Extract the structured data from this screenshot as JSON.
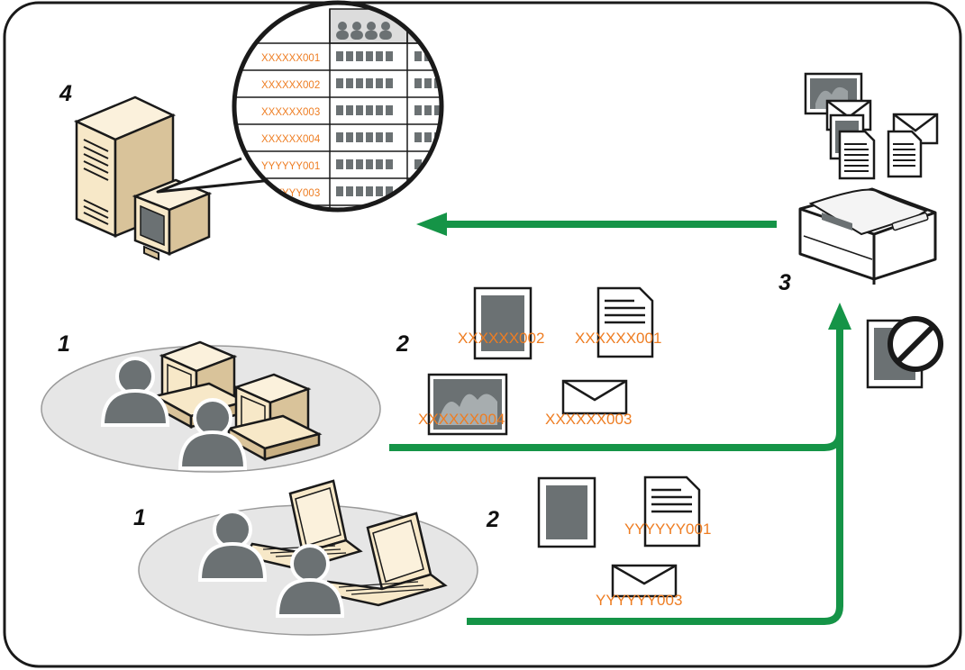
{
  "colors": {
    "flow_arrow": "#159447",
    "code_text": "#ee7d22",
    "person": "#6b7173",
    "device_beige": "#f7e8c8",
    "device_beige_dark": "#d9c39a",
    "zone_fill": "#e6e6e6",
    "outline": "#1a1a1a"
  },
  "steps": {
    "server": "4",
    "printer": "3",
    "desktop_group": "1",
    "laptop_group": "1",
    "desktop_jobs": "2",
    "laptop_jobs": "2"
  },
  "log_table": {
    "rows": [
      "XXXXXX001",
      "XXXXXX002",
      "XXXXXX003",
      "XXXXXX004",
      "YYYYYY001",
      "YYYYYY003"
    ]
  },
  "desktop_jobs": {
    "photo_doc": "XXXXXX002",
    "text_doc": "XXXXXX001",
    "picture_doc": "XXXXXX004",
    "mail_doc": "XXXXXX003"
  },
  "laptop_jobs": {
    "text_doc": "YYYYYY001",
    "mail_doc": "YYYYYY003"
  },
  "icons": {
    "server": "server-icon",
    "printer": "printer-icon",
    "person": "person-icon",
    "desktop": "desktop-computer-icon",
    "laptop": "laptop-icon",
    "document": "document-icon",
    "envelope": "envelope-icon",
    "prohibited": "prohibited-icon",
    "magnifier": "magnified-log-table"
  }
}
